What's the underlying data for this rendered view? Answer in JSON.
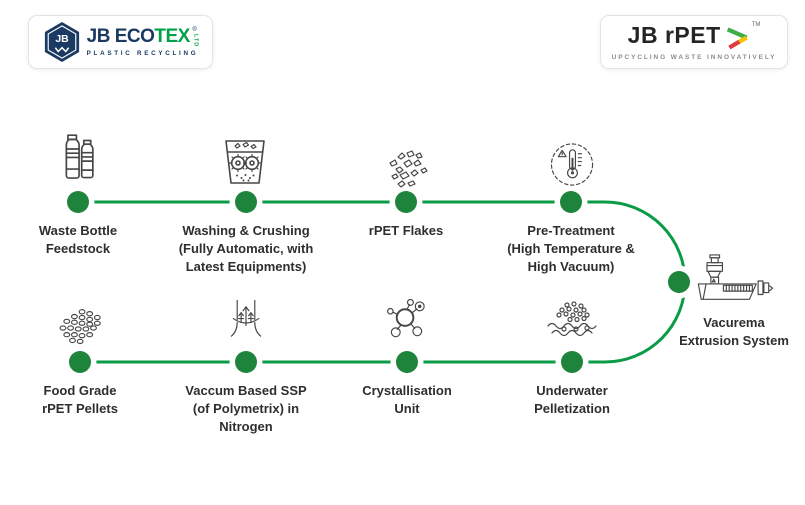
{
  "colors": {
    "flow-line": "#0a9b46",
    "flow-dot": "#1e843c",
    "icon-stroke": "#474747",
    "label-text": "#2e2e2e",
    "navy": "#1b3a63",
    "logo-green": "#00a14b",
    "rpet-black": "#242424",
    "tagline-gray": "#8d8d8d",
    "arrow-green": "#3fae49",
    "arrow-yellow": "#f5c400",
    "arrow-red": "#e23b3b",
    "box-border": "#e4e4e4"
  },
  "logos": {
    "ecotex": {
      "monogram": "JB",
      "name_prefix": "JB ECO",
      "name_suffix": "TEX",
      "reg": "®",
      "ltd": "LTD",
      "tagline": "PLASTIC RECYCLING"
    },
    "rpet": {
      "name": "JB rPET",
      "tm": "TM",
      "tagline": "UPCYCLING WASTE INNOVATIVELY"
    }
  },
  "flow": {
    "steps": [
      {
        "id": "waste-bottle-feedstock",
        "icon": "bottles-icon",
        "label": "Waste Bottle\nFeedstock"
      },
      {
        "id": "washing-crushing",
        "icon": "crusher-icon",
        "label": "Washing & Crushing\n(Fully Automatic, with\nLatest Equipments)"
      },
      {
        "id": "rpet-flakes",
        "icon": "flakes-icon",
        "label": "rPET Flakes"
      },
      {
        "id": "pre-treatment",
        "icon": "thermometer-icon",
        "label": "Pre-Treatment\n(High Temperature &\nHigh Vacuum)"
      },
      {
        "id": "vacurema-extrusion",
        "icon": "extruder-icon",
        "label": "Vacurema\nExtrusion System"
      },
      {
        "id": "underwater-pelletization",
        "icon": "underwater-pellets-icon",
        "label": "Underwater\nPelletization"
      },
      {
        "id": "crystallisation-unit",
        "icon": "molecule-icon",
        "label": "Crystallisation\nUnit"
      },
      {
        "id": "vacuum-ssp",
        "icon": "ssp-vessel-icon",
        "label": "Vaccum Based SSP\n(of Polymetrix) in\nNitrogen"
      },
      {
        "id": "food-grade-pellets",
        "icon": "pellets-icon",
        "label": "Food Grade\nrPET Pellets"
      }
    ]
  }
}
